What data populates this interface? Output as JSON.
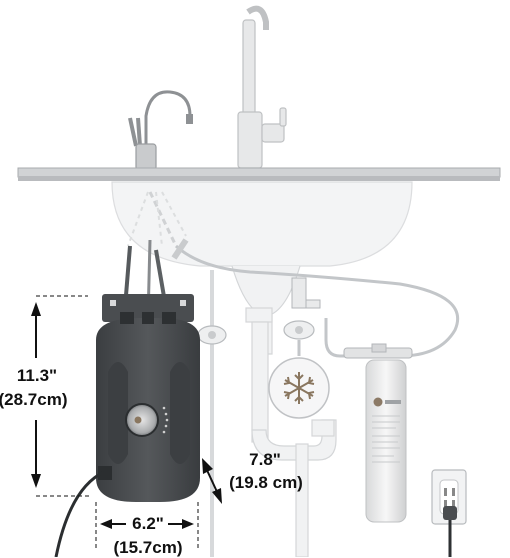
{
  "dimensions": {
    "height": {
      "inches": "11.3\"",
      "cm": "(28.7cm)"
    },
    "depth": {
      "inches": "7.8\"",
      "cm": "(19.8 cm)"
    },
    "width": {
      "inches": "6.2\"",
      "cm": "(15.7cm)"
    }
  },
  "icons": [
    "faucet-icon",
    "hot-water-dispenser-icon",
    "sink-icon",
    "water-filter-icon",
    "power-outlet-icon",
    "snowflake-icon"
  ],
  "colors": {
    "tank": "#4a4d50",
    "lines": "#9a9da0",
    "text": "#111111"
  }
}
